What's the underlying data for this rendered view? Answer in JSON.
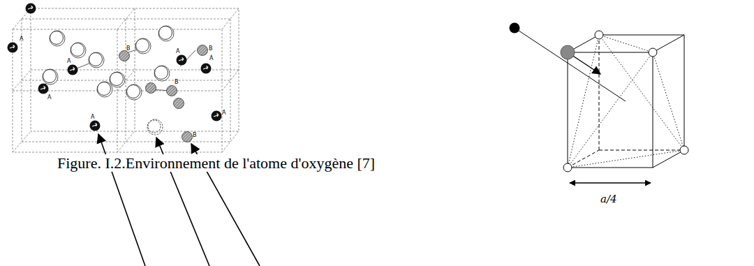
{
  "diagram": {
    "caption": "Figure. I.2.Environnement de l'atome d'oxygène [7]",
    "labels": [
      "A",
      "A",
      "A",
      "A",
      "A",
      "A",
      "A",
      "B",
      "B",
      "B",
      "B",
      "a/4"
    ]
  }
}
